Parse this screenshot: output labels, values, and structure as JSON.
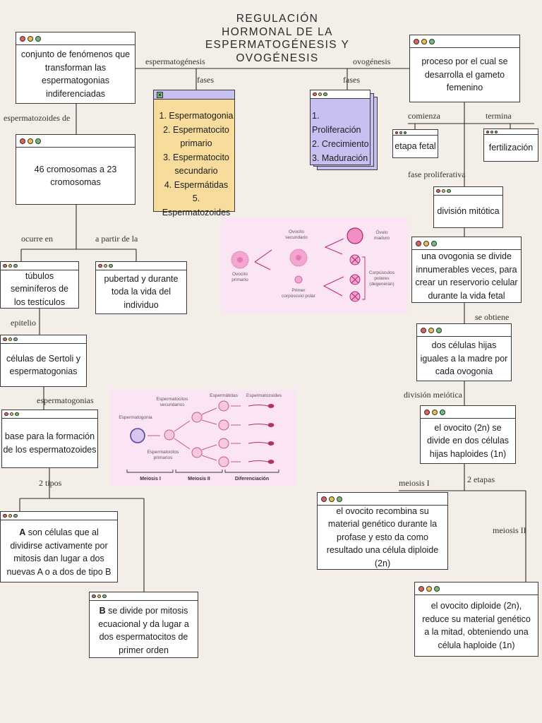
{
  "title": {
    "line1": "REGULACIÓN",
    "line2": "HORMONAL DE LA",
    "line3": "ESPERMATOGÉNESIS Y",
    "line4": "OVOGÉNESIS"
  },
  "colors": {
    "background": "#f3efe8",
    "window_dot_red": "#e0605a",
    "window_dot_yellow": "#e8c14a",
    "window_dot_green": "#6fbf73",
    "yellow_box": "#f7dc9c",
    "purple_box": "#c9c0f2",
    "image_panel": "#fbe4f3"
  },
  "connector_labels": {
    "espermatogenesis": "espermatogénesis",
    "ovogenesis": "ovogénesis",
    "fases_left": "fases",
    "fases_right": "fases",
    "espermatozoides_de": "espermatozoides de",
    "ocurre_en": "ocurre en",
    "a_partir_de_la": "a partir de la",
    "epitelio": "epitelio",
    "espermatogonias": "espermatogonias",
    "dos_tipos": "2 tipos",
    "comienza": "comienza",
    "termina": "termina",
    "fase_proliferativa": "fase proliferativa",
    "se_obtiene": "se obtiene",
    "division_meiotica": "división meiótica",
    "meiosis_i": "meiosis I",
    "dos_etapas": "2 etapas",
    "meiosis_ii": "meiosis II"
  },
  "spermatogenesis": {
    "definition": "conjunto de fenómenos que transforman las espermatogonias indiferenciadas",
    "chromosomes": "46 cromosomas a 23 cromosomas",
    "location": "túbulos seminíferos de los testículos",
    "timing": "pubertad y durante toda la vida del individuo",
    "epithelium": "células de Sertoli y espermatogonias",
    "base": "base para la formación de los espermatozoides",
    "type_a_letter": "A",
    "type_a_text": " son células que al dividirse activamente por mitosis dan lugar a dos nuevas A o a dos de tipo B",
    "type_b_letter": "B",
    "type_b_text": " se divide por mitosis ecuacional y da lugar a dos espermatocitos de primer orden",
    "phases": [
      "1.  Espermatogonia",
      "2.   Espermatocito primario",
      "3.   Espermatocito secundario",
      "4.    Espermátidas",
      "5. Espermatozoides"
    ]
  },
  "oogenesis": {
    "definition": "proceso por el cual se desarrolla el gameto femenino",
    "start": "etapa fetal",
    "end": "fertilización",
    "mitosis": "división mitótica",
    "proliferation": "una ovogonia se divide innumerables veces, para crear un reservorio celular durante la vida fetal",
    "daughters": "dos células hijas iguales a la madre por cada ovogonia",
    "meiotic_division": "el ovocito (2n)  se divide en dos células hijas haploides (1n)",
    "meiosis_i": "el ovocito recombina su material genético durante la profase y esto da como resultado una célula diploide (2n)",
    "meiosis_ii": "el ovocito diploide (2n), reduce su material genético a la mitad, obteniendo una célula haploide (1n)",
    "phases": [
      "1. Proliferación",
      "2. Crecimiento",
      "3. Maduración"
    ]
  },
  "oocyte_image": {
    "ovocito_secundario_1": "Ovocito",
    "ovocito_secundario_2": "secundario",
    "ovulo_maduro_1": "Óvulo",
    "ovulo_maduro_2": "maduro",
    "ovocito_primario_1": "Ovocito",
    "ovocito_primario_2": "primario",
    "primer_corpusculo_1": "Primer",
    "primer_corpusculo_2": "corpúsculo polar",
    "corpusculos_1": "Corpúsculos",
    "corpusculos_2": "polares",
    "corpusculos_3": "(degeneran)"
  },
  "sperm_image": {
    "espermatogonia": "Espermatogonia",
    "espermatocitos_sec_1": "Espermatocitos",
    "espermatocitos_sec_2": "secundarios",
    "espermatidas": "Espermátidas",
    "espermatozoides": "Espermatozoides",
    "espermatocitos_pri_1": "Espermatocitos",
    "espermatocitos_pri_2": "primarios",
    "meiosis_i": "Meiosis I",
    "meiosis_ii": "Meiosis II",
    "diferenciacion": "Diferenciación"
  }
}
